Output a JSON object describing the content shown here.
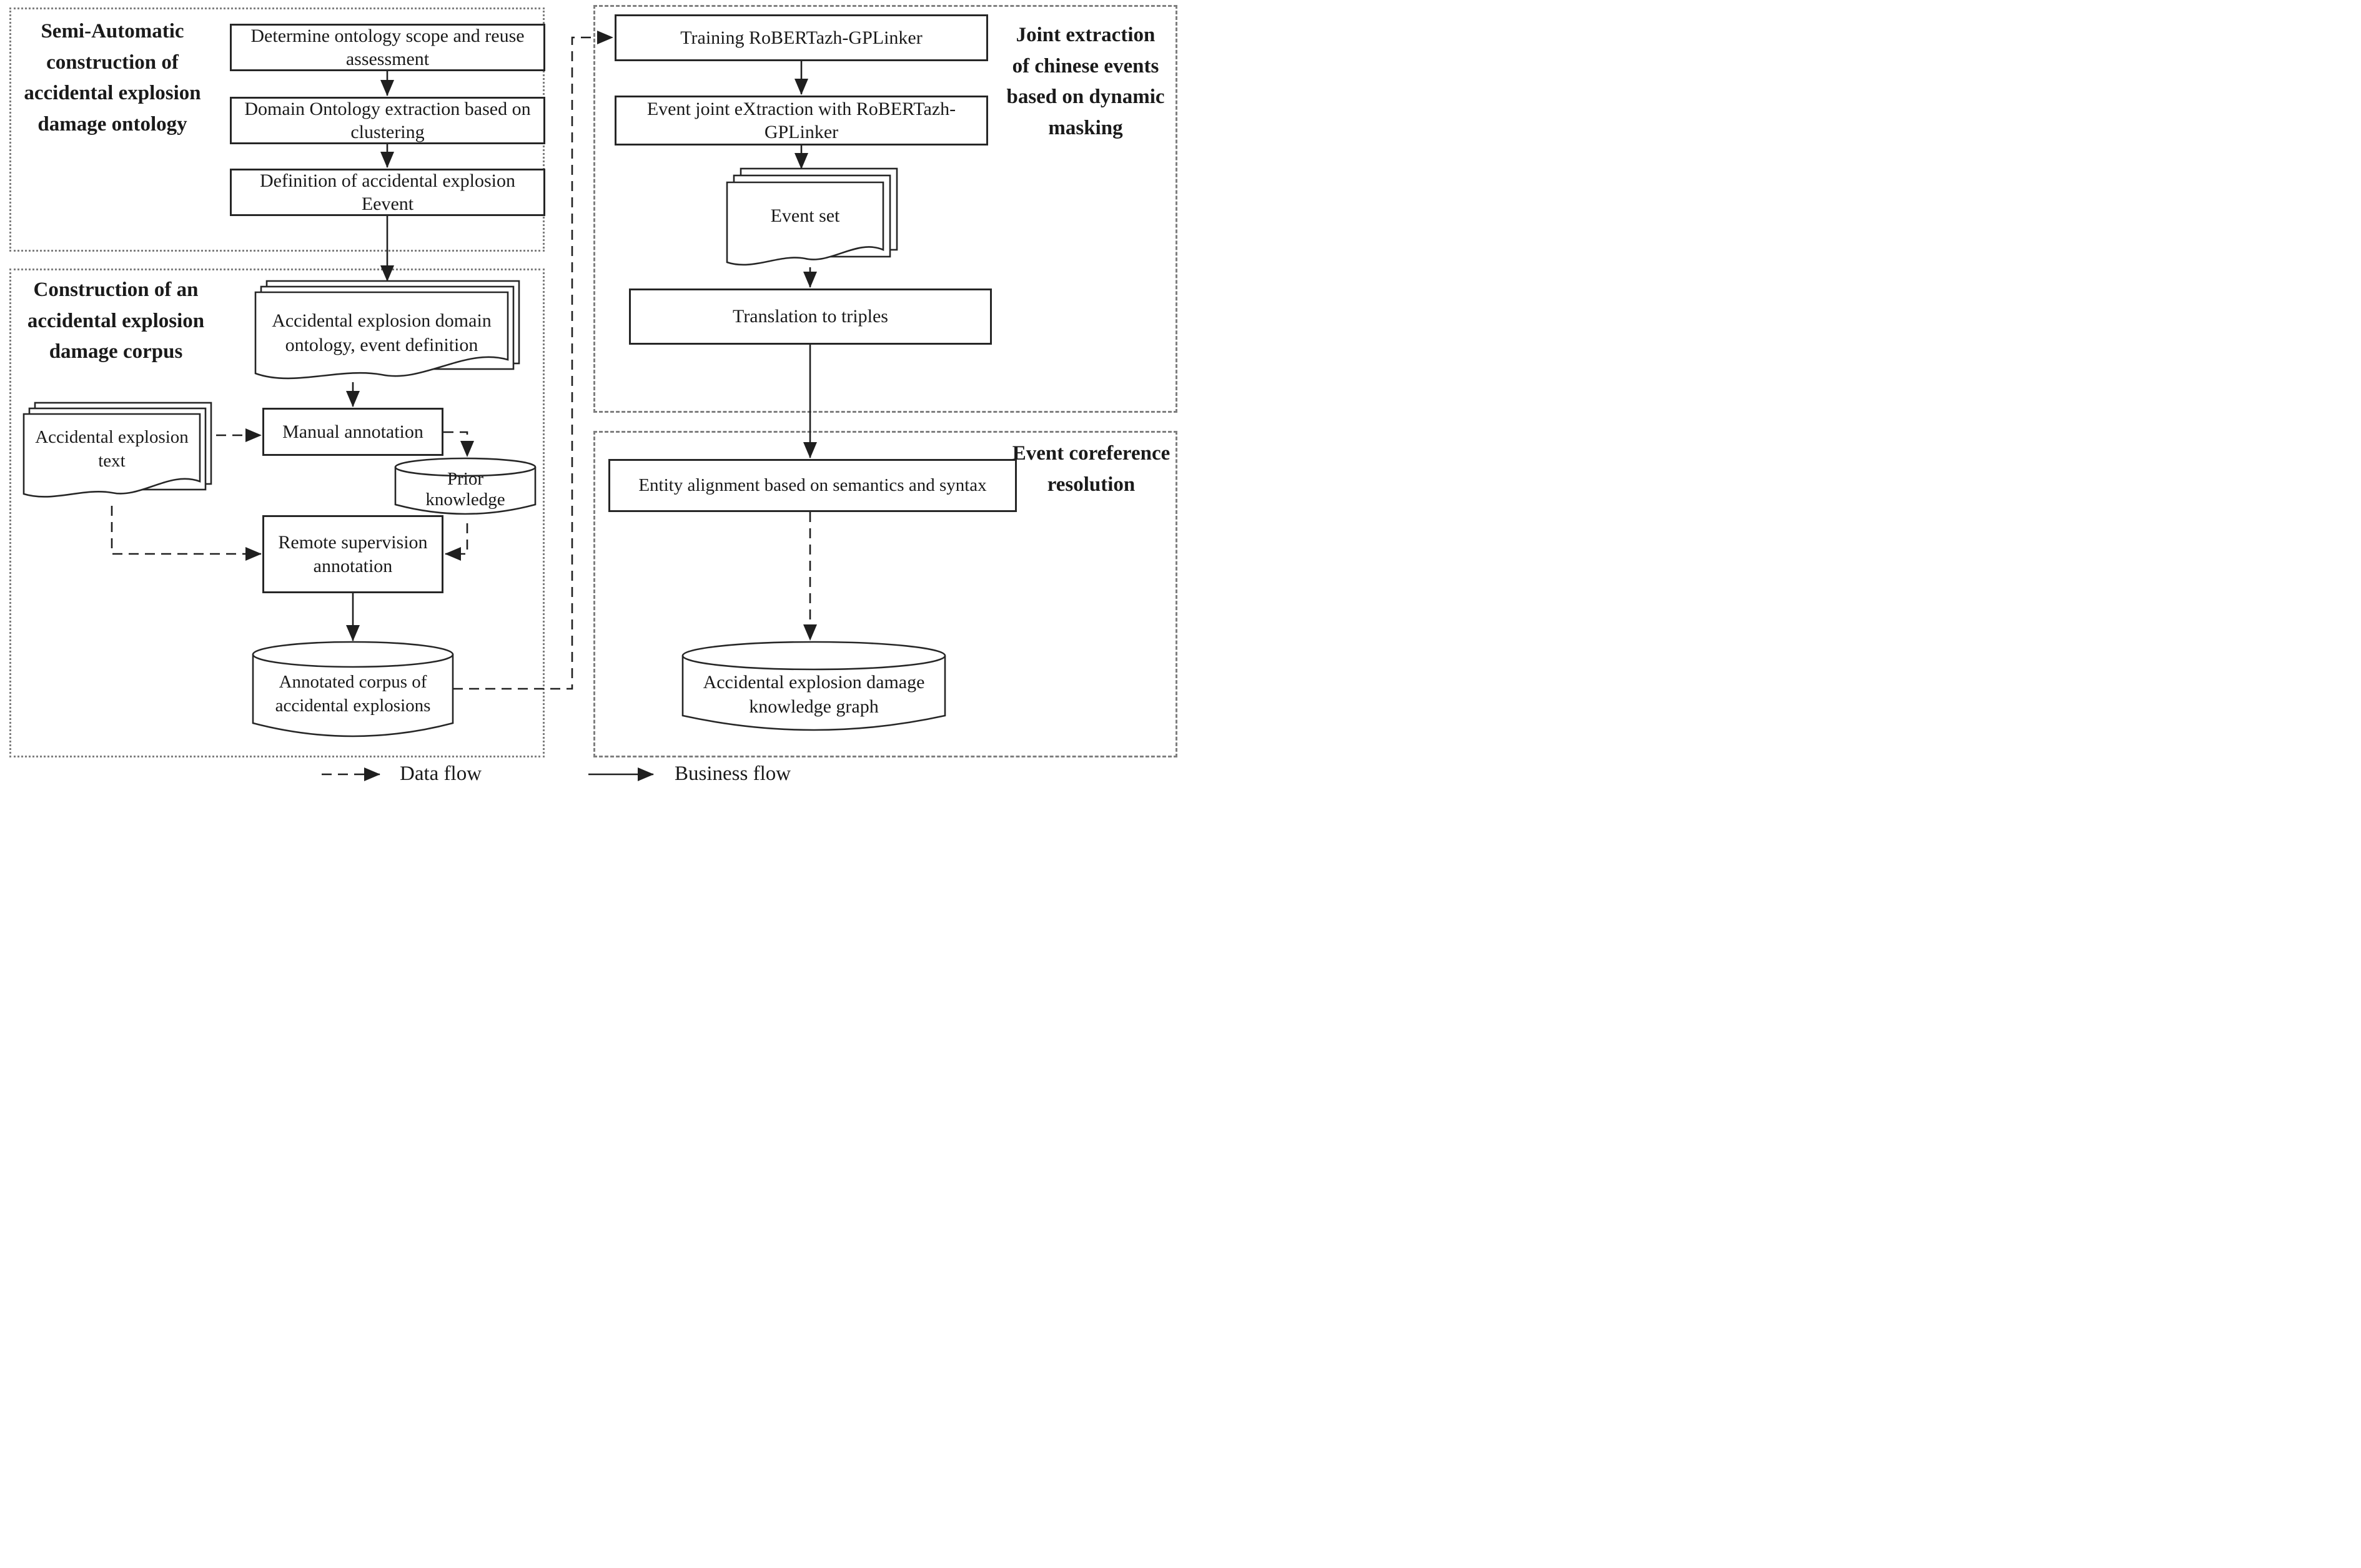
{
  "sections": {
    "ontology": {
      "title": "Semi-Automatic\nconstruction of\naccidental explosion\ndamage ontology"
    },
    "corpus": {
      "title": "Construction of an\naccidental explosion\ndamage corpus"
    },
    "joint": {
      "title": "Joint extraction\nof chinese events\nbased on dynamic\nmasking"
    },
    "coref": {
      "title": "Event coreference\nresolution"
    }
  },
  "nodes": {
    "determine": "Determine ontology scope and reuse assessment",
    "domain_extraction": "Domain Ontology extraction based on clustering",
    "definition": "Definition of accidental explosion Eevent",
    "training": "Training RoBERTazh-GPLinker",
    "event_extraction": "Event joint eXtraction with RoBERTazh-GPLinker",
    "event_set": "Event set",
    "translation": "Translation to triples",
    "entity_alignment": "Entity alignment based on semantics and syntax",
    "manual": "Manual annotation",
    "remote": "Remote supervision\nannotation",
    "prior": "Prior\nknowledge",
    "annotated_corpus": "Annotated corpus of\naccidental explosions",
    "knowledge_graph": "Accidental explosion damage\nknowledge graph",
    "domain_doc": "Accidental explosion domain\nontology, event definition",
    "text_doc": "Accidental explosion\ntext"
  },
  "legend": {
    "data_flow": "Data flow",
    "business_flow": "Business flow"
  },
  "colors": {
    "ink": "#1f1f1f",
    "frame_gray": "#7f7f7f",
    "background": "#ffffff"
  }
}
